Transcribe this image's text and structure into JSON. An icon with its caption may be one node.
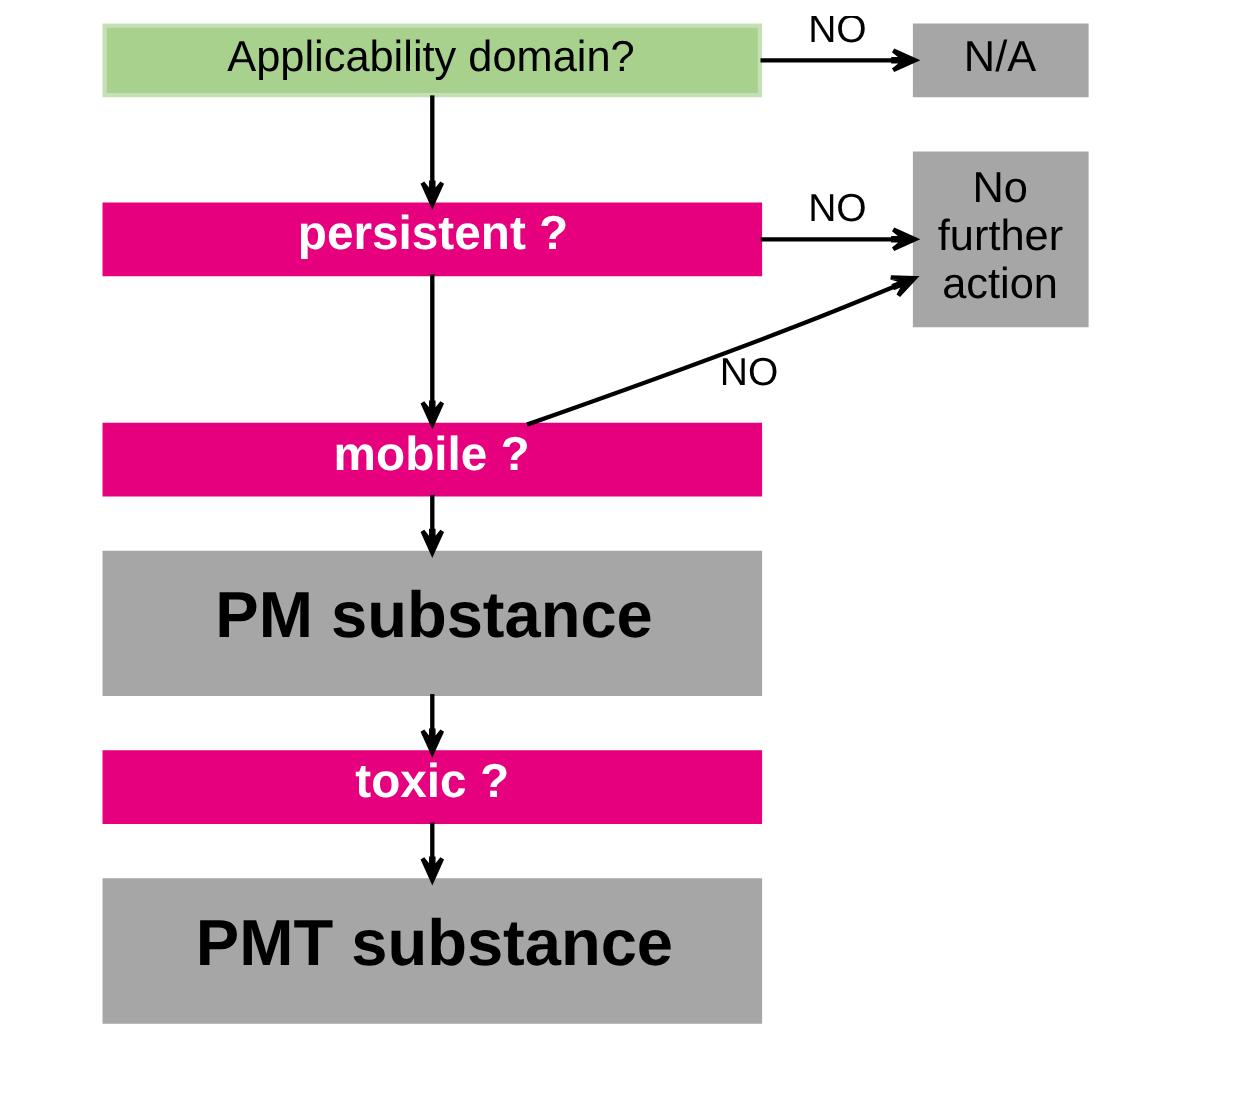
{
  "diagram": {
    "nodes": [
      {
        "text": [
          "Applicability domain?"
        ]
      },
      {
        "text": [
          "N/A"
        ]
      },
      {
        "text": [
          "persistent ?"
        ]
      },
      {
        "text": [
          "No further action"
        ]
      },
      {
        "text": [
          "mobile ?"
        ]
      },
      {
        "text": [
          "PM substance"
        ]
      },
      {
        "text": [
          "toxic ?"
        ]
      },
      {
        "text": [
          "PMT substance"
        ]
      }
    ],
    "edges": [
      {
        "from": 0,
        "to": 1,
        "arrow": "to",
        "label": "NO"
      },
      {
        "from": 0,
        "to": 2,
        "arrow": "to"
      },
      {
        "from": 2,
        "to": 3,
        "arrow": "to",
        "label": "NO"
      },
      {
        "from": 2,
        "to": 4,
        "arrow": "to"
      },
      {
        "from": 4,
        "to": 3,
        "arrow": "to",
        "label": "NO"
      },
      {
        "from": 4,
        "to": 5,
        "arrow": "to"
      },
      {
        "from": 5,
        "to": 6,
        "arrow": "to"
      },
      {
        "from": 6,
        "to": 7,
        "arrow": "to"
      }
    ]
  }
}
